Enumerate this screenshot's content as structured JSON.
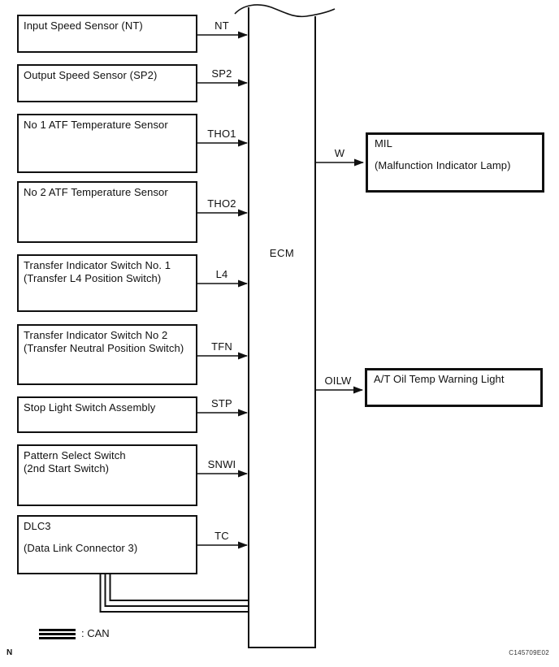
{
  "ecm": {
    "label": "ECM"
  },
  "inputs": [
    {
      "line1": "Input Speed Sensor (NT)",
      "signal": "NT"
    },
    {
      "line1": "Output Speed Sensor (SP2)",
      "signal": "SP2"
    },
    {
      "line1": "No 1 ATF Temperature Sensor",
      "signal": "THO1"
    },
    {
      "line1": "No 2 ATF Temperature Sensor",
      "signal": "THO2"
    },
    {
      "line1": "Transfer Indicator Switch No. 1",
      "line2": "(Transfer L4 Position Switch)",
      "signal": "L4"
    },
    {
      "line1": "Transfer Indicator Switch No 2",
      "line2": "(Transfer Neutral Position Switch)",
      "signal": "TFN"
    },
    {
      "line1": "Stop Light Switch Assembly",
      "signal": "STP"
    },
    {
      "line1": "Pattern Select Switch",
      "line2": "(2nd Start Switch)",
      "signal": "SNWI"
    },
    {
      "line1": "DLC3",
      "line2": "(Data Link Connector 3)",
      "signal": "TC"
    }
  ],
  "outputs": [
    {
      "signal": "W",
      "line1": "MIL",
      "line2": "(Malfunction Indicator Lamp)"
    },
    {
      "signal": "OILW",
      "line1": "A/T Oil Temp Warning Light"
    }
  ],
  "legend": {
    "label": ": CAN",
    "symbol": "can-triple-line"
  },
  "footer": {
    "page_marker": "N",
    "figure_code": "C145709E02"
  },
  "colors": {
    "line": "#101010",
    "background": "#ffffff"
  }
}
